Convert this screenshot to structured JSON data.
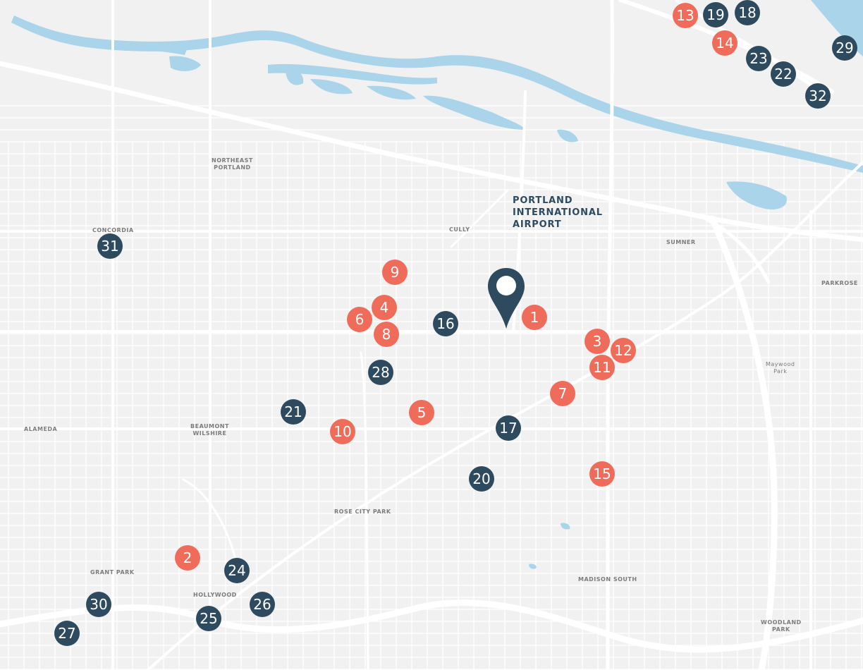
{
  "map": {
    "airport_label": {
      "line1": "PORTLAND",
      "line2": "INTERNATIONAL",
      "line3": "AIRPORT"
    },
    "area_labels": [
      {
        "id": "northeast-portland",
        "line1": "NORTHEAST",
        "line2": "PORTLAND"
      },
      {
        "id": "cully",
        "line1": "CULLY"
      },
      {
        "id": "concordia",
        "line1": "CONCORDIA"
      },
      {
        "id": "sumner",
        "line1": "SUMNER"
      },
      {
        "id": "parkrose",
        "line1": "PARKROSE"
      },
      {
        "id": "maywood-park",
        "line1": "Maywood",
        "line2": "Park"
      },
      {
        "id": "alameda",
        "line1": "ALAMEDA"
      },
      {
        "id": "beaumont-wilshire",
        "line1": "BEAUMONT",
        "line2": "WILSHIRE"
      },
      {
        "id": "rose-city-park",
        "line1": "ROSE CITY PARK"
      },
      {
        "id": "grant-park",
        "line1": "GRANT PARK"
      },
      {
        "id": "hollywood",
        "line1": "HOLLYWOOD"
      },
      {
        "id": "madison-south",
        "line1": "MADISON SOUTH"
      },
      {
        "id": "woodland-park",
        "line1": "WOODLAND",
        "line2": "PARK"
      }
    ],
    "markers": {
      "m1": "1",
      "m2": "2",
      "m3": "3",
      "m4": "4",
      "m5": "5",
      "m6": "6",
      "m7": "7",
      "m8": "8",
      "m9": "9",
      "m10": "10",
      "m11": "11",
      "m12": "12",
      "m13": "13",
      "m14": "14",
      "m15": "15",
      "m16": "16",
      "m17": "17",
      "m18": "18",
      "m19": "19",
      "m20": "20",
      "m21": "21",
      "m22": "22",
      "m23": "23",
      "m24": "24",
      "m25": "25",
      "m26": "26",
      "m27": "27",
      "m28": "28",
      "m29": "29",
      "m30": "30",
      "m31": "31",
      "m32": "32"
    },
    "colors": {
      "coral_marker": "#ef6b5a",
      "navy_marker": "#2e4a5e",
      "water": "#a9d4ea",
      "background": "#f1f1f1"
    },
    "icons": {
      "location_pin": "map-pin-icon"
    }
  }
}
